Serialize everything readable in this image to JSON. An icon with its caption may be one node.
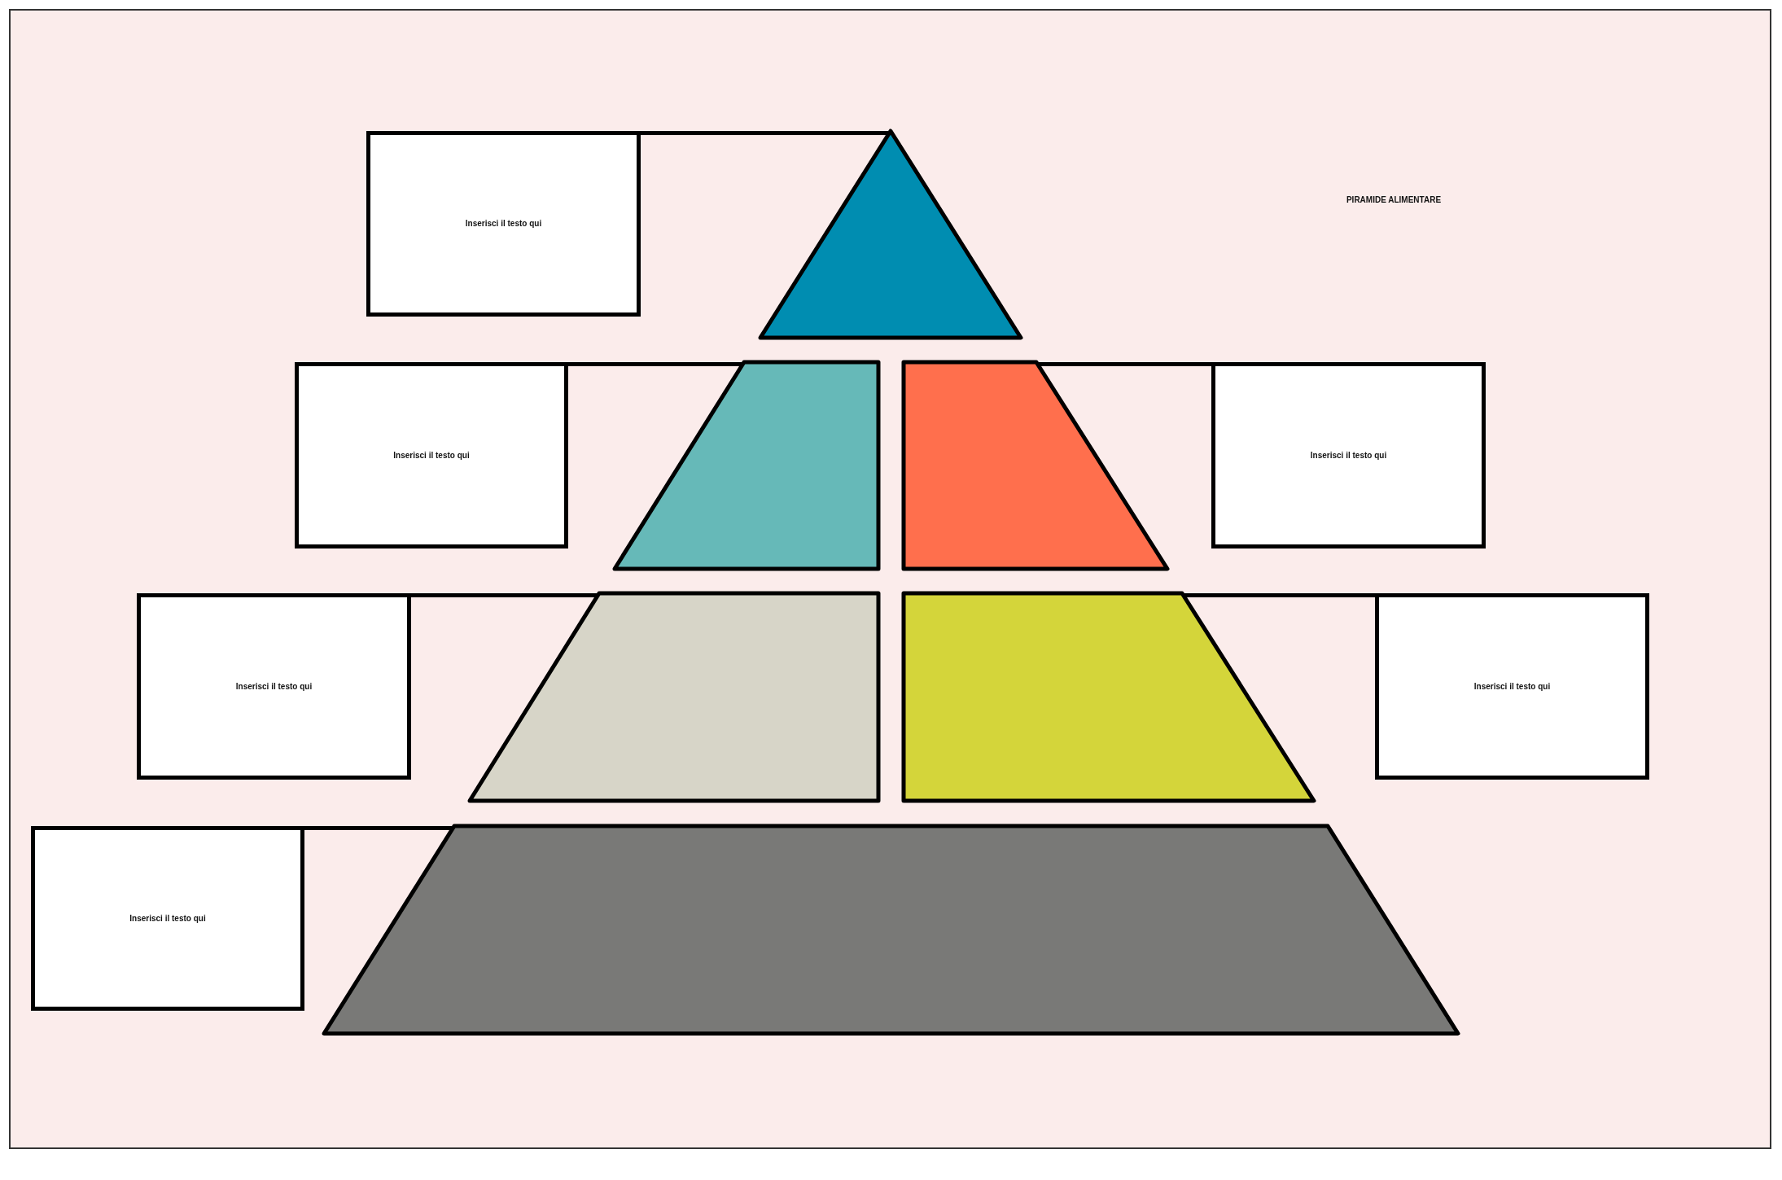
{
  "diagram": {
    "title": "PIRAMIDE ALIMENTARE",
    "nodes": [
      {
        "text": [
          "Inserisci il testo qui"
        ]
      },
      {
        "text": [],
        "shape": "triangle"
      },
      {
        "text": [
          "Inserisci il testo qui"
        ]
      },
      {
        "text": [],
        "shape": "trapezoid"
      },
      {
        "text": [],
        "shape": "trapezoid"
      },
      {
        "text": [
          "Inserisci il testo qui"
        ]
      },
      {
        "text": [
          "Inserisci il testo qui"
        ]
      },
      {
        "text": [],
        "shape": "trapezoid"
      },
      {
        "text": [],
        "shape": "trapezoid"
      },
      {
        "text": [
          "Inserisci il testo qui"
        ]
      },
      {
        "text": [
          "Inserisci il testo qui"
        ]
      },
      {
        "text": [],
        "shape": "trapezoid"
      }
    ],
    "edges": [
      {
        "from": 0,
        "to": 1,
        "arrow": "none"
      },
      {
        "from": 2,
        "to": 3,
        "arrow": "none"
      },
      {
        "from": 5,
        "to": 4,
        "arrow": "none"
      },
      {
        "from": 6,
        "to": 7,
        "arrow": "none"
      },
      {
        "from": 9,
        "to": 8,
        "arrow": "none"
      },
      {
        "from": 10,
        "to": 11,
        "arrow": "none"
      }
    ]
  }
}
